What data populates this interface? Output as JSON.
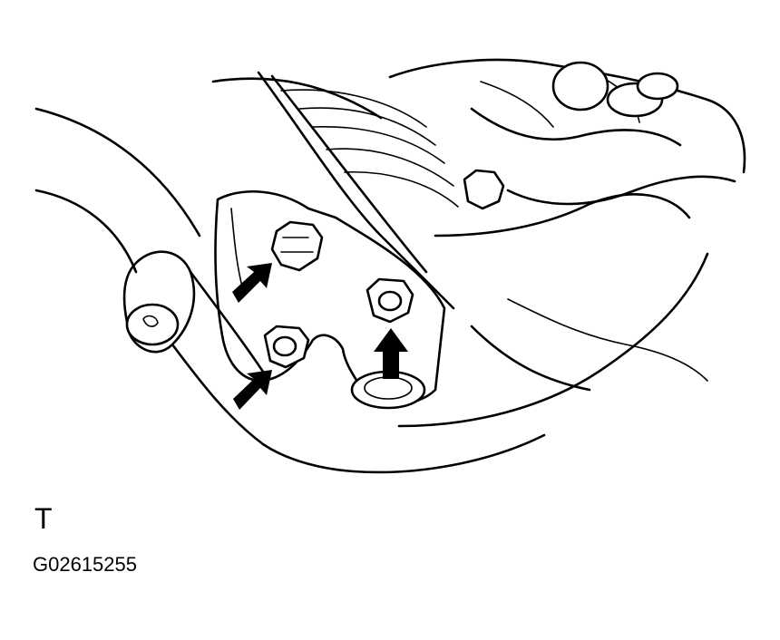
{
  "figure": {
    "orientation_letter": "T",
    "figure_code": "G02615255"
  },
  "icons": [
    "lower-arm-assembly-drawing",
    "bolt-icon",
    "nut-icon",
    "arrow-icon"
  ]
}
